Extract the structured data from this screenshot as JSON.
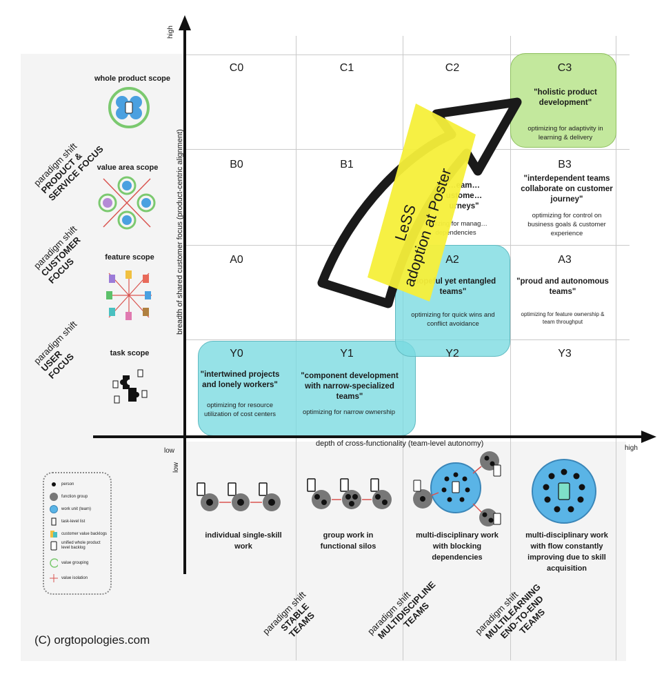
{
  "axes": {
    "y_high": "high",
    "y_low": "low",
    "y_label": "breadth of shared customer focus (product-centric alignment)",
    "x_low": "low",
    "x_high": "high",
    "x_label": "depth of cross-functionality (team-level autonomy)"
  },
  "scopes": [
    {
      "title": "whole product scope"
    },
    {
      "title": "value area scope"
    },
    {
      "title": "feature scope"
    },
    {
      "title": "task scope"
    }
  ],
  "left_shifts": [
    {
      "prefix": "paradigm shift",
      "line1": "PRODUCT &",
      "line2": "SERVICE FOCUS"
    },
    {
      "prefix": "paradigm shift",
      "line1": "CUSTOMER",
      "line2": "FOCUS"
    },
    {
      "prefix": "paradigm shift",
      "line1": "USER",
      "line2": "FOCUS"
    }
  ],
  "bottom_shifts": [
    {
      "prefix": "paradigm shift",
      "line1": "STABLE",
      "line2": "TEAMS",
      "line3": ""
    },
    {
      "prefix": "paradigm shift",
      "line1": "MULTIDISCIPLINE",
      "line2": "TEAMS",
      "line3": ""
    },
    {
      "prefix": "paradigm shift",
      "line1": "MULTILEARNING",
      "line2": "END-TO-END",
      "line3": "TEAMS"
    }
  ],
  "cells": {
    "C0": "C0",
    "C1": "C1",
    "C2": "C2",
    "C3": "C3",
    "B0": "B0",
    "B1": "B1",
    "B3": "B3",
    "A0": "A0",
    "A2": "A2",
    "A3": "A3",
    "Y0": "Y0",
    "Y1": "Y1",
    "Y2": "Y2",
    "Y3": "Y3"
  },
  "descriptions": {
    "C3": {
      "quote": "\"holistic product development\"",
      "opt": "optimizing for adaptivity in learning & delivery"
    },
    "B3": {
      "quote": "\"interdependent teams collaborate on customer journey\"",
      "opt": "optimizing for control on business goals & customer experience"
    },
    "B2": {
      "quote_partial": "…eam… ustome… urneys\"",
      "opt_partial": "…mizing for manag… dependencies"
    },
    "A2": {
      "quote": "\"hopeful yet entangled teams\"",
      "opt": "optimizing for quick wins and conflict avoidance"
    },
    "A3": {
      "quote": "\"proud and autonomous teams\"",
      "opt": "optimizing for feature ownership & team throughput"
    },
    "Y0": {
      "quote": "\"intertwined projects and lonely workers\"",
      "opt": "optimizing for resource utilization of cost centers"
    },
    "Y1": {
      "quote": "\"component development with narrow-specialized teams\"",
      "opt": "optimizing for narrow  ownership"
    }
  },
  "arrow": {
    "line1": "LeSS",
    "line2": "adoption at Poster"
  },
  "team_types": [
    {
      "label": "individual single-skill work"
    },
    {
      "label": "group work in functional silos"
    },
    {
      "label": "multi-disciplinary work with blocking dependencies"
    },
    {
      "label": "multi-disciplinary work with flow constantly improving due to skill acquisition"
    }
  ],
  "legend": [
    {
      "icon": "person-dot-icon",
      "label": "person"
    },
    {
      "icon": "function-group-icon",
      "label": "function group"
    },
    {
      "icon": "work-unit-icon",
      "label": "work unit (team)"
    },
    {
      "icon": "task-list-icon",
      "label": "task-level list"
    },
    {
      "icon": "customer-backlog-icon",
      "label": "customer value backlogs"
    },
    {
      "icon": "unified-backlog-icon",
      "label": "unified whole product level backlog"
    },
    {
      "icon": "value-grouping-icon",
      "label": "value grouping"
    },
    {
      "icon": "value-isolation-icon",
      "label": "value isolation"
    }
  ],
  "copyright": "(C) orgtopologies.com",
  "colors": {
    "cyan": "#78dae0",
    "green": "#b9e48c",
    "yellow": "#f5ef3a",
    "team_blue": "#5ab4e6",
    "dark": "#1a1a1a"
  }
}
